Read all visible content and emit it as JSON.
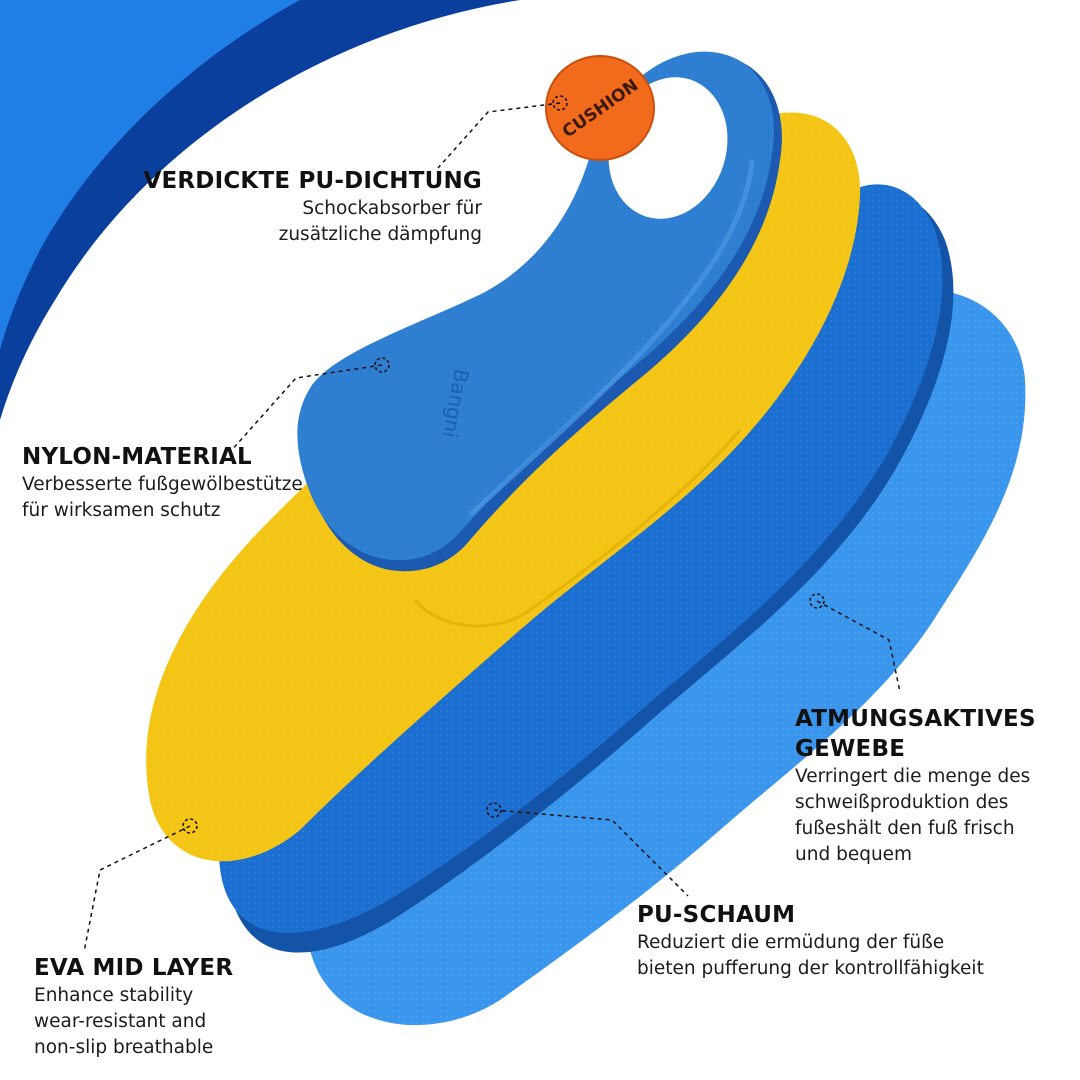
{
  "badge": {
    "text": "CUSHION",
    "color": "#f26b1d"
  },
  "brand_mark": "Bangni",
  "colors": {
    "corner_dark": "#0a3f9e",
    "corner_light": "#1f7fe6",
    "pu_foam": "#3a96ec",
    "breathable": "#1a6fd0",
    "eva": "#f4c514",
    "nylon": "#2f7fd2"
  },
  "labels": [
    {
      "id": "pu-seal",
      "title": "VERDICKTE PU-DICHTUNG",
      "lines": [
        "Schockabsorber für",
        "zusätzliche dämpfung"
      ]
    },
    {
      "id": "nylon",
      "title": "NYLON-MATERIAL",
      "lines": [
        "Verbesserte fußgewölbestütze",
        "für wirksamen schutz"
      ]
    },
    {
      "id": "breathable",
      "title_lines": [
        "ATMUNGSAKTIVES",
        "GEWEBE"
      ],
      "lines": [
        "Verringert die menge des",
        "schweißproduktion des",
        "fußeshält den fuß frisch",
        "und bequem"
      ]
    },
    {
      "id": "pu-foam",
      "title": "PU-SCHAUM",
      "lines": [
        "Reduziert die ermüdung der füße",
        "bieten pufferung der kontrollfähigkeit"
      ]
    },
    {
      "id": "eva",
      "title": "EVA MID LAYER",
      "lines": [
        "Enhance stability",
        "wear-resistant and",
        "non-slip breathable"
      ]
    }
  ]
}
